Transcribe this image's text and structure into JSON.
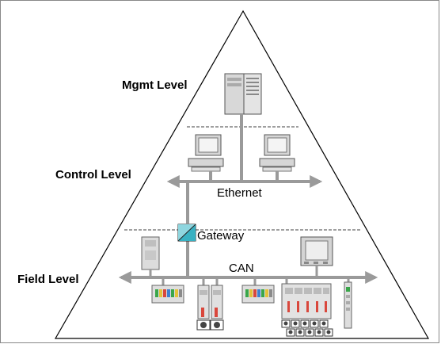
{
  "levels": {
    "mgmt": "Mgmt Level",
    "control": "Control Level",
    "field": "Field Level"
  },
  "buses": {
    "ethernet": "Ethernet",
    "can": "CAN"
  },
  "gateway": "Gateway",
  "colors": {
    "bus": "#9a9a9a",
    "gateway_fill": "#38b1c2",
    "device_fill": "#dcdcdc",
    "outline": "#555555"
  }
}
